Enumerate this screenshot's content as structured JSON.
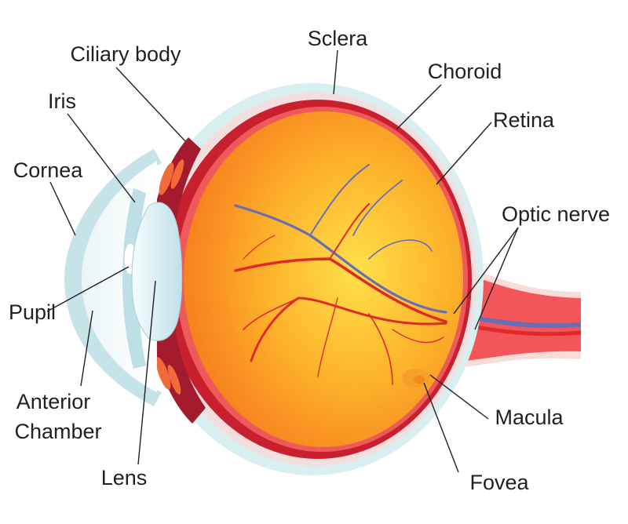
{
  "labels": {
    "sclera": "Sclera",
    "ciliary_body": "Ciliary body",
    "choroid": "Choroid",
    "iris": "Iris",
    "retina": "Retina",
    "cornea": "Cornea",
    "optic_nerve": "Optic nerve",
    "pupil": "Pupil",
    "anterior_chamber_line1": "Anterior",
    "anterior_chamber_line2": "Chamber",
    "macula": "Macula",
    "lens": "Lens",
    "fovea": "Fovea"
  },
  "colors": {
    "sclera": "#d9eeee",
    "choroid": "#c8202f",
    "retina_band": "#ee5a5a",
    "vitreous_center": "#ffd62a",
    "vitreous_edge": "#f7871f",
    "lens": "#cfe9ee",
    "cornea": "#e4f3f5",
    "iris": "#c9e6ea",
    "optic_nerve": "#f2565a",
    "vein": "#6a6fb5",
    "artery": "#e02a2a"
  }
}
